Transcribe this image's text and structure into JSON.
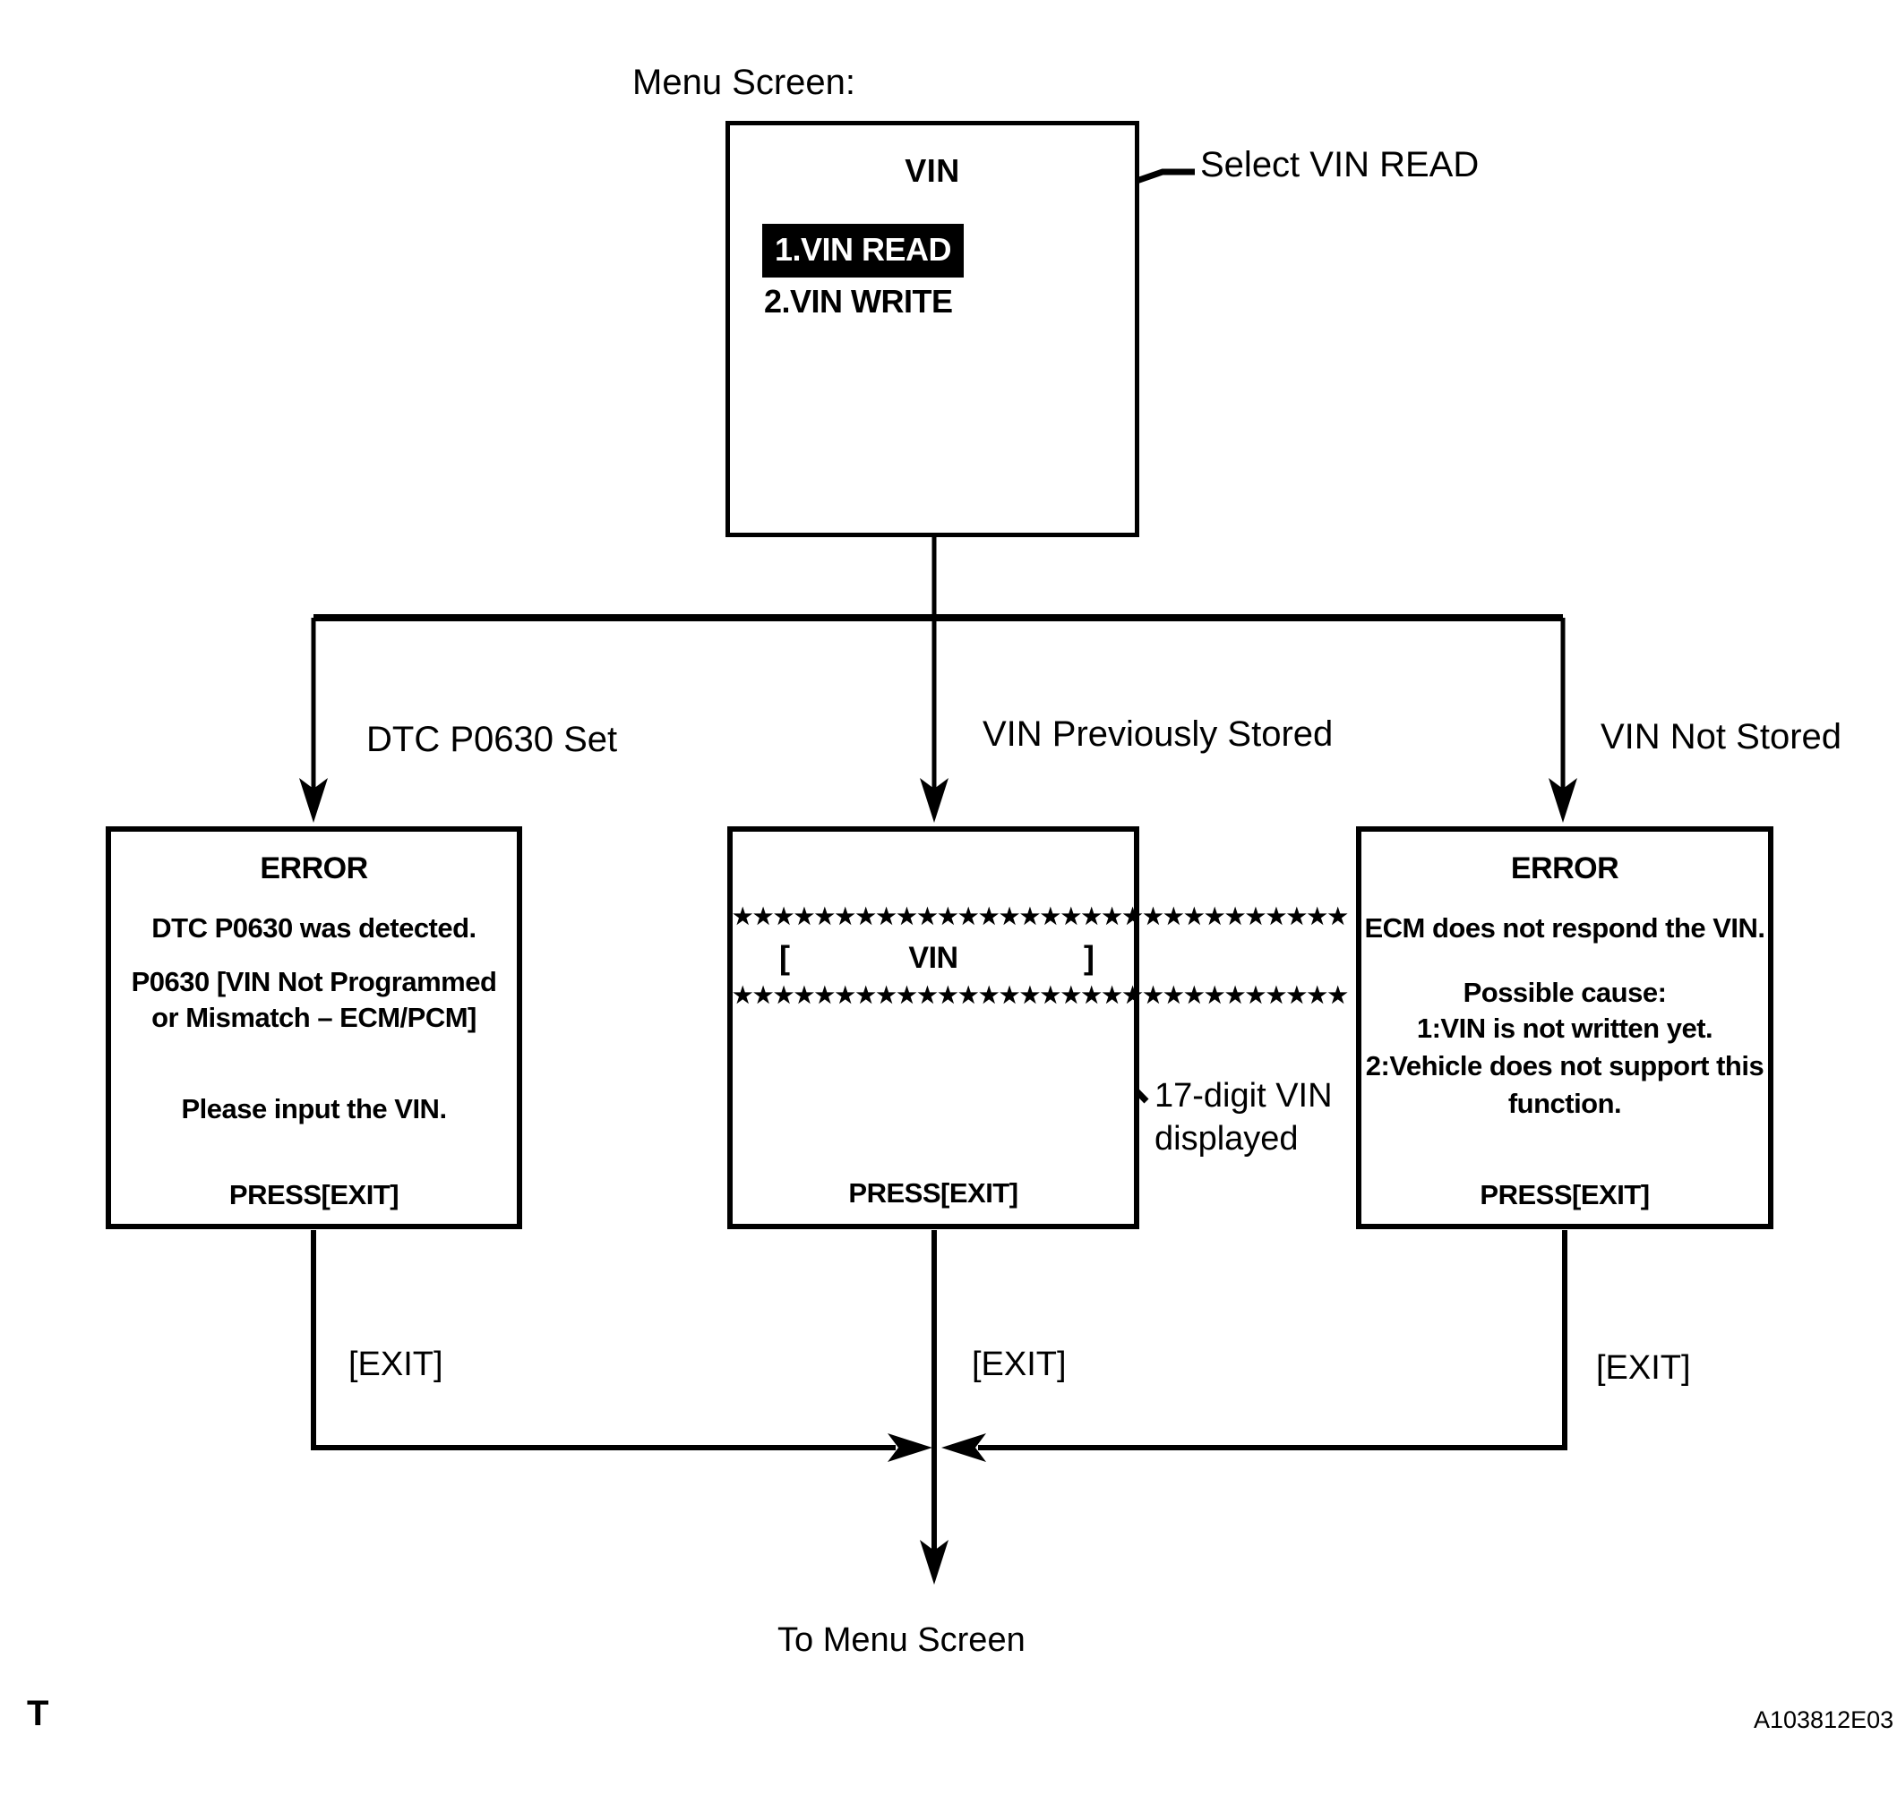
{
  "page": {
    "label_menu_screen": "Menu Screen:",
    "to_menu_screen": "To Menu Screen",
    "page_marker": "T",
    "figure_code": "A103812E03"
  },
  "colors": {
    "ink": "#000000",
    "paper": "#ffffff",
    "highlight_bg": "#000000",
    "highlight_text": "#ffffff"
  },
  "menu_screen": {
    "title": "VIN",
    "items": [
      {
        "label": "1.VIN READ",
        "highlighted": true
      },
      {
        "label": "2.VIN WRITE",
        "highlighted": false
      }
    ],
    "callout": "Select VIN READ"
  },
  "branches": [
    {
      "label": "DTC P0630 Set"
    },
    {
      "label": "VIN Previously Stored"
    },
    {
      "label": "VIN Not Stored"
    }
  ],
  "screens": {
    "dtc_error": {
      "title": "ERROR",
      "lines": [
        "DTC P0630 was detected.",
        "P0630  [VIN Not Programmed",
        "or Mismatch – ECM/PCM]",
        "Please input the VIN."
      ],
      "footer": "PRESS[EXIT]"
    },
    "vin_display": {
      "stars": "★★★★★★★★★★★★★★★★★★★★★★★★★★★★★★",
      "bracket_open": "[",
      "label": "VIN",
      "bracket_close": "]",
      "footer": "PRESS[EXIT]",
      "callout_line1": "17-digit VIN",
      "callout_line2": "displayed"
    },
    "ecm_error": {
      "title": "ERROR",
      "lines": [
        "ECM does not respond the VIN.",
        "Possible cause:",
        "1:VIN is not written yet.",
        "2:Vehicle does not support this",
        "function."
      ],
      "footer": "PRESS[EXIT]"
    }
  },
  "exit_labels": [
    "[EXIT]",
    "[EXIT]",
    "[EXIT]"
  ]
}
